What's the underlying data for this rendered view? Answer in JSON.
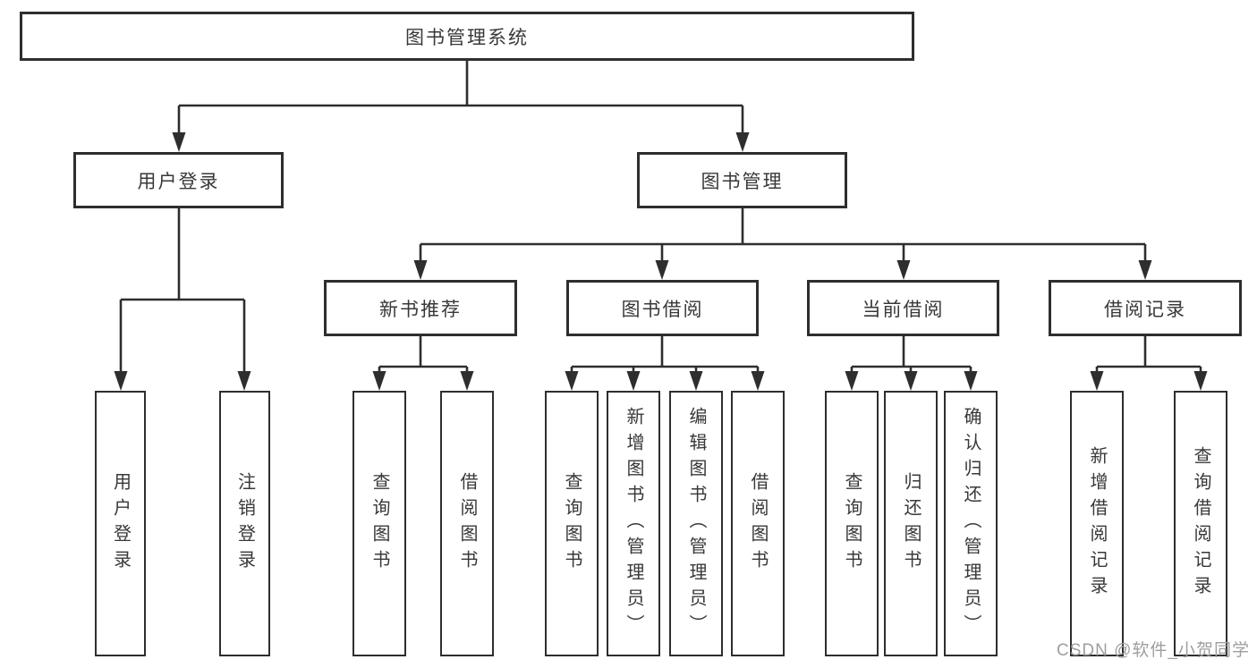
{
  "page": {
    "watermark": "CSDN @软件_小贺同学"
  },
  "colors": {
    "line": "#2e2e2e",
    "text": "#383838",
    "watermark": "#9e9e9e",
    "background": "#ffffff"
  },
  "tree": {
    "root": {
      "label": "图书管理系统"
    },
    "branches": [
      {
        "label": "用户登录",
        "children": [
          {
            "label": "用户登录"
          },
          {
            "label": "注销登录"
          }
        ]
      },
      {
        "label": "图书管理",
        "children": [
          {
            "label": "新书推荐",
            "children": [
              {
                "label": "查询图书"
              },
              {
                "label": "借阅图书"
              }
            ]
          },
          {
            "label": "图书借阅",
            "children": [
              {
                "label": "查询图书"
              },
              {
                "label": "新增图书（管理员）"
              },
              {
                "label": "编辑图书（管理员）"
              },
              {
                "label": "借阅图书"
              }
            ]
          },
          {
            "label": "当前借阅",
            "children": [
              {
                "label": "查询图书"
              },
              {
                "label": "归还图书"
              },
              {
                "label": "确认归还（管理员）"
              }
            ]
          },
          {
            "label": "借阅记录",
            "children": [
              {
                "label": "新增借阅记录"
              },
              {
                "label": "查询借阅记录"
              }
            ]
          }
        ]
      }
    ]
  }
}
